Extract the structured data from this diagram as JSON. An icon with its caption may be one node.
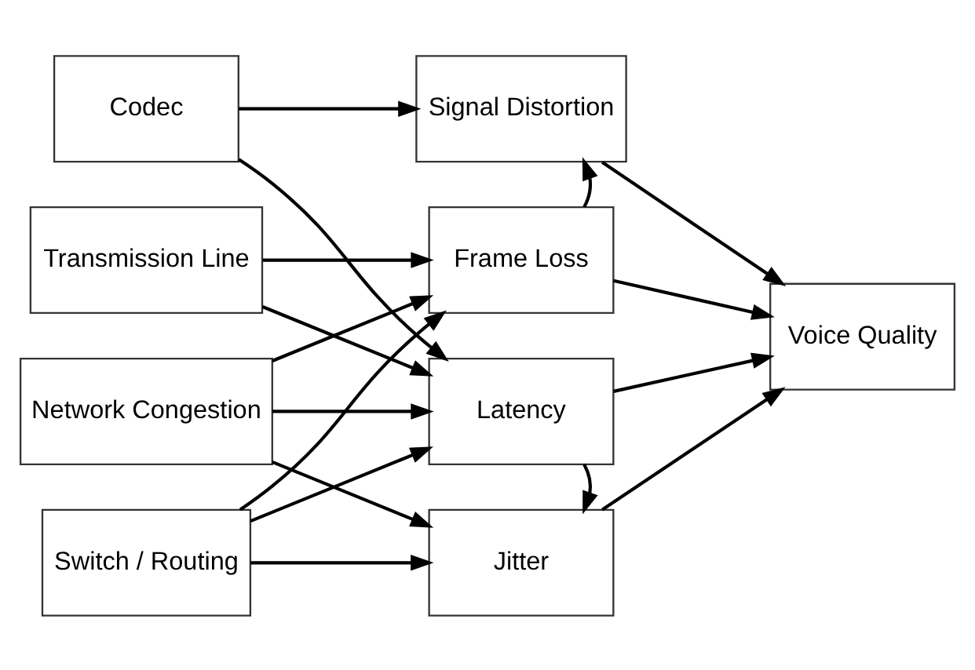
{
  "diagram": {
    "nodes": [
      {
        "text": [
          "Codec"
        ]
      },
      {
        "text": [
          "Transmission Line"
        ]
      },
      {
        "text": [
          "Network Congestion"
        ]
      },
      {
        "text": [
          "Switch / Routing"
        ]
      },
      {
        "text": [
          "Signal Distortion"
        ]
      },
      {
        "text": [
          "Frame Loss"
        ]
      },
      {
        "text": [
          "Latency"
        ]
      },
      {
        "text": [
          "Jitter"
        ]
      },
      {
        "text": [
          "Voice Quality"
        ]
      }
    ],
    "edges": [
      {
        "from": 0,
        "to": 4,
        "arrow": "to"
      },
      {
        "from": 0,
        "to": 6,
        "arrow": "to"
      },
      {
        "from": 1,
        "to": 5,
        "arrow": "to"
      },
      {
        "from": 1,
        "to": 6,
        "arrow": "to"
      },
      {
        "from": 2,
        "to": 5,
        "arrow": "to"
      },
      {
        "from": 2,
        "to": 6,
        "arrow": "to"
      },
      {
        "from": 2,
        "to": 7,
        "arrow": "to"
      },
      {
        "from": 3,
        "to": 5,
        "arrow": "to"
      },
      {
        "from": 3,
        "to": 6,
        "arrow": "to"
      },
      {
        "from": 3,
        "to": 7,
        "arrow": "to"
      },
      {
        "from": 5,
        "to": 4,
        "arrow": "to"
      },
      {
        "from": 6,
        "to": 7,
        "arrow": "to"
      },
      {
        "from": 4,
        "to": 8,
        "arrow": "to"
      },
      {
        "from": 5,
        "to": 8,
        "arrow": "to"
      },
      {
        "from": 6,
        "to": 8,
        "arrow": "to"
      },
      {
        "from": 7,
        "to": 8,
        "arrow": "to"
      }
    ]
  }
}
